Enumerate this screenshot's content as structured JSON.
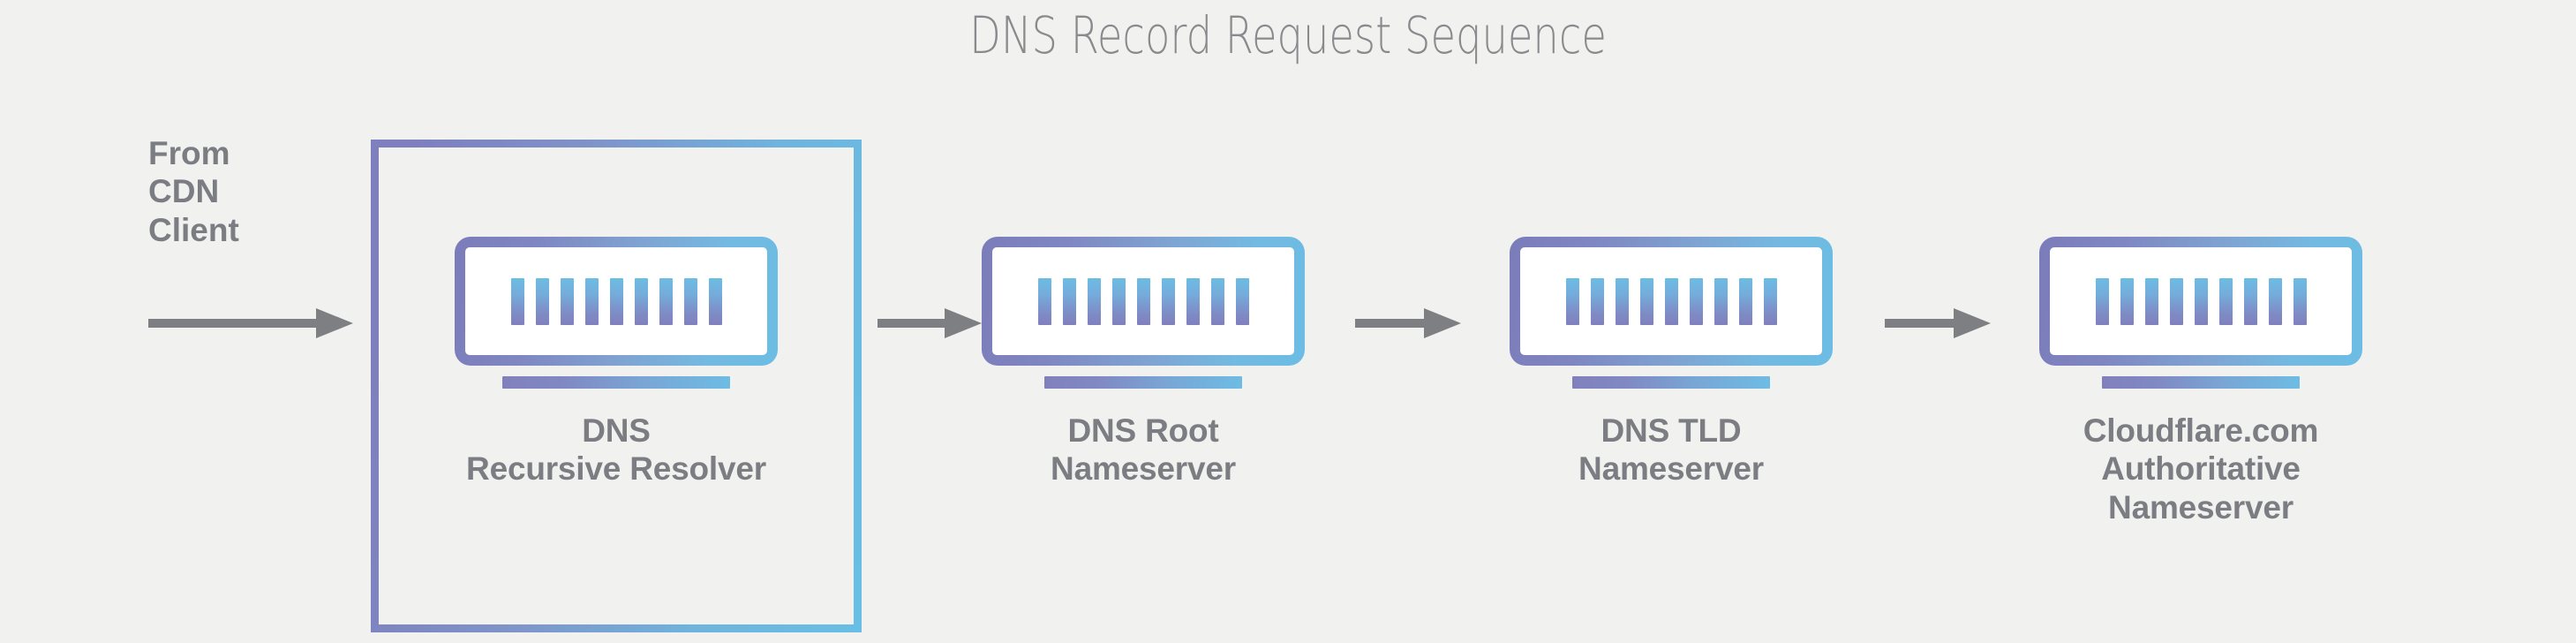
{
  "page": {
    "title": "DNS Record Request Sequence",
    "background_color": "#f1f1f0",
    "title_color": "#8a8a8e",
    "label_color": "#7b7d82",
    "arrow_color": "#7e7f83",
    "gradient_start": "#7b7cba",
    "gradient_end": "#6bbce3"
  },
  "client": {
    "label": "From\nCDN\nClient",
    "arrow_name": "client-to-resolver-arrow"
  },
  "highlight_box": {
    "name": "recursive-resolver-highlight",
    "border_start": "#7e7fbe",
    "border_end": "#68bee4"
  },
  "nodes": [
    {
      "id": "dns-recursive-resolver",
      "label": "DNS\nRecursive Resolver",
      "icon": "server-icon",
      "bars": 9,
      "highlighted": true
    },
    {
      "id": "dns-root-nameserver",
      "label": "DNS Root\nNameserver",
      "icon": "server-icon",
      "bars": 9,
      "highlighted": false
    },
    {
      "id": "dns-tld-nameserver",
      "label": "DNS TLD\nNameserver",
      "icon": "server-icon",
      "bars": 9,
      "highlighted": false
    },
    {
      "id": "cloudflare-authoritative-nameserver",
      "label": "Cloudflare.com\nAuthoritative\nNameserver",
      "icon": "server-icon",
      "bars": 9,
      "highlighted": false
    }
  ],
  "arrows": [
    {
      "name": "client-to-resolver-arrow",
      "from": "cdn-client",
      "to": "dns-recursive-resolver"
    },
    {
      "name": "resolver-to-root-arrow",
      "from": "dns-recursive-resolver",
      "to": "dns-root-nameserver"
    },
    {
      "name": "root-to-tld-arrow",
      "from": "dns-root-nameserver",
      "to": "dns-tld-nameserver"
    },
    {
      "name": "tld-to-authoritative-arrow",
      "from": "dns-tld-nameserver",
      "to": "cloudflare-authoritative-nameserver"
    }
  ]
}
